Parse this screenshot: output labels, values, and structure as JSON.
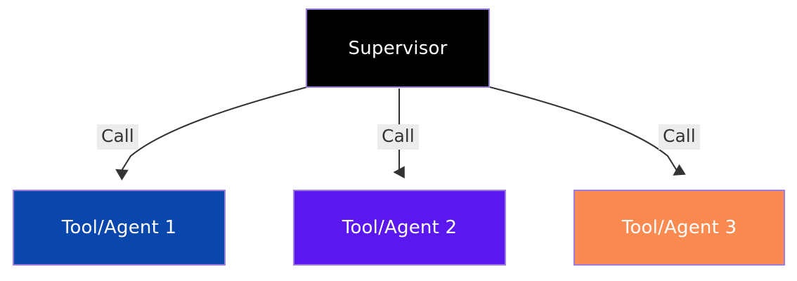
{
  "diagram": {
    "type": "flowchart",
    "direction": "top-down",
    "background": "#ffffff",
    "nodes": [
      {
        "id": "supervisor",
        "label": "Supervisor",
        "fill": "#000000",
        "stroke": "#9d7ce0",
        "text_color": "#ffffff"
      },
      {
        "id": "tool-agent-1",
        "label": "Tool/Agent 1",
        "fill": "#0a47ad",
        "stroke": "#9d7ce0",
        "text_color": "#ffffff"
      },
      {
        "id": "tool-agent-2",
        "label": "Tool/Agent 2",
        "fill": "#5a17ee",
        "stroke": "#9d7ce0",
        "text_color": "#ffffff"
      },
      {
        "id": "tool-agent-3",
        "label": "Tool/Agent 3",
        "fill": "#fa8a50",
        "stroke": "#9d7ce0",
        "text_color": "#ffffff"
      }
    ],
    "edges": [
      {
        "id": "edge-1",
        "from": "supervisor",
        "to": "tool-agent-1",
        "label": "Call",
        "style": "curved-arrow",
        "color": "#333333"
      },
      {
        "id": "edge-2",
        "from": "supervisor",
        "to": "tool-agent-2",
        "label": "Call",
        "style": "straight-arrow",
        "color": "#333333"
      },
      {
        "id": "edge-3",
        "from": "supervisor",
        "to": "tool-agent-3",
        "label": "Call",
        "style": "curved-arrow",
        "color": "#333333"
      }
    ],
    "edge_label_background": "#ececec",
    "edge_label_text_color": "#333333"
  }
}
